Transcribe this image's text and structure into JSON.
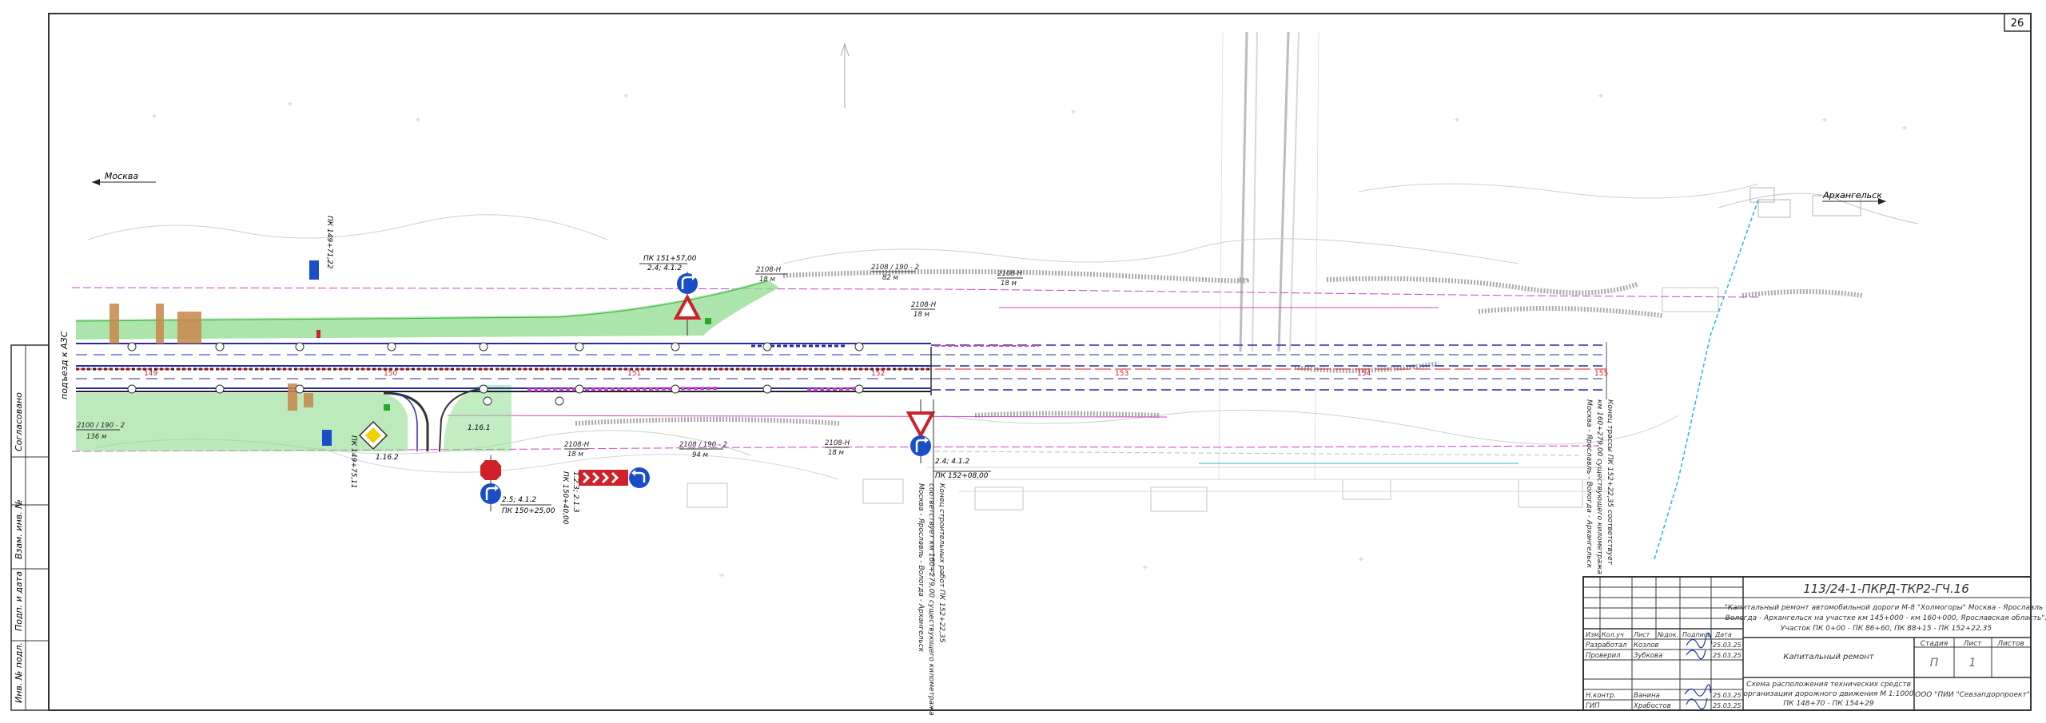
{
  "sheet": {
    "page_number": "26",
    "left_stamps": [
      "Согласовано",
      "Взам. инв. №",
      "Подп. и дата",
      "Инв. № подл."
    ]
  },
  "directions": {
    "left": "Москва",
    "right": "Архангельск"
  },
  "plan_labels": {
    "side_road": "подъезд к АЗС",
    "pk_top_sign": "ПК 151+57,00",
    "sign_top_code": "2.4; 4.1.2",
    "pk_right_sign": "ПК 152+08,00",
    "sign_right_code": "2.4; 4.1.2",
    "sign_bottom_code": "2.5; 4.1.2",
    "pk_bottom_sign": "ПК 150+25,00",
    "sign_diamond_code": "1.16.2",
    "pk_bottom_sign_2": "ПК 150+40,00",
    "sign_bottom_2_code": "1.2.3; 2.1.3",
    "sign_left_code": "1.16.1",
    "pk_left_top": "ПК 149+71,22",
    "pk_left_bottom": "ПК 149+75,11",
    "guard_1": "2100 / 190 - 2",
    "guard_1_len": "136 м",
    "guard_2": "2108-Н",
    "guard_2_len": "18 м",
    "guard_3": "2108 / 190 - 2",
    "guard_3_len": "82 м",
    "guard_4": "2108-Н",
    "guard_4_len": "18 м",
    "guard_5": "2108-Н",
    "guard_5_len": "18 м",
    "guard_6": "2108 / 190 - 2",
    "guard_6_len": "94 м",
    "guard_7": "2108-Н",
    "guard_7_len": "18 м",
    "guard_8": "2108-Н",
    "guard_8_len": "18 м",
    "pickets": [
      "149",
      "150",
      "151",
      "152",
      "153",
      "154",
      "155"
    ],
    "end_note_1": "Конец строительных работ ПК 152+22,35",
    "end_note_2": "соответствует км 160+279,00 существующего километража",
    "end_note_3": "Москва - Ярославль - Вологда - Архангельск",
    "end_track_1": "Конец трассы ПК 152+22,35 соответствует",
    "end_track_2": "км 160+279,00 существующего километража",
    "end_track_3": "Москва - Ярославль - Вологда - Архангельск"
  },
  "title_block": {
    "code": "113/24-1-ПКРД-ТКР2-ГЧ.16",
    "project_line_1": "\"Капитальный ремонт автомобильной дороги М-8 \"Холмогоры\" Москва - Ярославль -",
    "project_line_2": "Вологда - Архангельск на участке км 145+000 - км 160+000, Ярославская область\".",
    "project_line_3": "Участок ПК 0+00 - ПК 86+60, ПК 88+15 - ПК 152+22,35",
    "header_cols": [
      "Изм.",
      "Кол.уч",
      "Лист",
      "№док.",
      "Подпись",
      "Дата"
    ],
    "rows": [
      {
        "role": "Разработал",
        "name": "Козлов",
        "date": "25.03.25"
      },
      {
        "role": "Проверил",
        "name": "Зубкова",
        "date": "25.03.25"
      },
      {
        "role": "",
        "name": "",
        "date": ""
      },
      {
        "role": "",
        "name": "",
        "date": ""
      },
      {
        "role": "Н.контр.",
        "name": "Ванина",
        "date": "25.03.25"
      },
      {
        "role": "ГИП",
        "name": "Храбостов",
        "date": "25.03.25"
      }
    ],
    "work_type": "Капитальный ремонт",
    "stage_header": "Стадия",
    "sheet_header": "Лист",
    "sheets_header": "Листов",
    "stage": "П",
    "sheet": "1",
    "sheets": "",
    "drawing_title_1": "Схема расположения технических средств",
    "drawing_title_2": "организации дорожного движения М 1:1000",
    "drawing_title_3": "ПК 148+70 - ПК 154+29",
    "company": "ООО \"ПИИ \"Севзапдорпроект\""
  },
  "colors": {
    "road_blue": "#2a2aa8",
    "red_mark": "#d0202a",
    "magenta": "#d040c8",
    "green": "#4cc84c",
    "cyan": "#2ab8d8",
    "grey_topo": "#b9b9b9",
    "sign_blue": "#1a4ec8",
    "orange": "#c8864a"
  }
}
